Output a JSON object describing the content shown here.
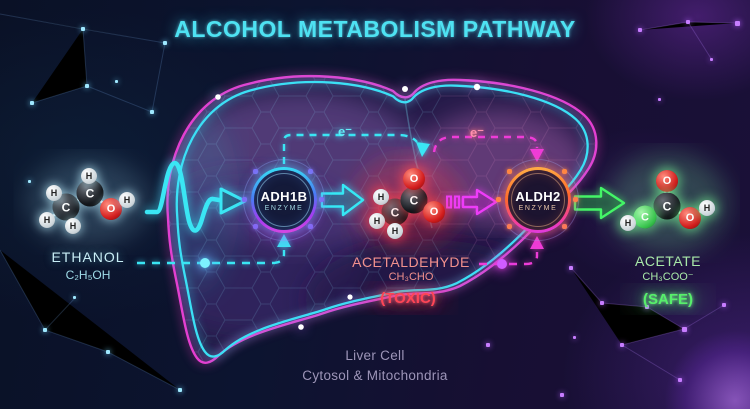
{
  "title": "ALCOHOL METABOLISM PATHWAY",
  "theme": {
    "cyan": "#3be0f5",
    "magenta": "#e83cd0",
    "purple": "#a43cf0",
    "green": "#49f168",
    "red": "#ff4556",
    "orange": "#ff9a3c",
    "background": "#0c1128"
  },
  "pathway": {
    "ethanol": {
      "name": "ETHANOL",
      "formula": "C₂H₅OH"
    },
    "adh1b": {
      "name": "ADH1B",
      "role": "ENZYME"
    },
    "acetaldehyde": {
      "name": "ACETALDEHYDE",
      "formula": "CH₃CHO",
      "status": "(TOXIC)"
    },
    "aldh2": {
      "name": "ALDH2",
      "role": "ENZYME"
    },
    "acetate": {
      "name": "ACETATE",
      "formula": "CH₃COO⁻",
      "status": "(SAFE)"
    }
  },
  "electrons": {
    "left": "e⁻",
    "right": "e⁻"
  },
  "location": {
    "line1": "Liver Cell",
    "line2": "Cytosol & Mitochondria"
  },
  "molecules": {
    "ethanol": {
      "atoms": [
        {
          "label": "C"
        },
        {
          "label": "C"
        },
        {
          "label": "O"
        },
        {
          "label": "H"
        },
        {
          "label": "H"
        },
        {
          "label": "H"
        },
        {
          "label": "H"
        },
        {
          "label": "H"
        }
      ]
    },
    "acetaldehyde": {
      "atoms": [
        {
          "label": "C"
        },
        {
          "label": "C"
        },
        {
          "label": "O"
        },
        {
          "label": "O"
        },
        {
          "label": "H"
        },
        {
          "label": "H"
        },
        {
          "label": "H"
        }
      ]
    },
    "acetate": {
      "atoms": [
        {
          "label": "O"
        },
        {
          "label": "C"
        },
        {
          "label": "C"
        },
        {
          "label": "H"
        },
        {
          "label": "O"
        },
        {
          "label": "H"
        }
      ]
    }
  }
}
